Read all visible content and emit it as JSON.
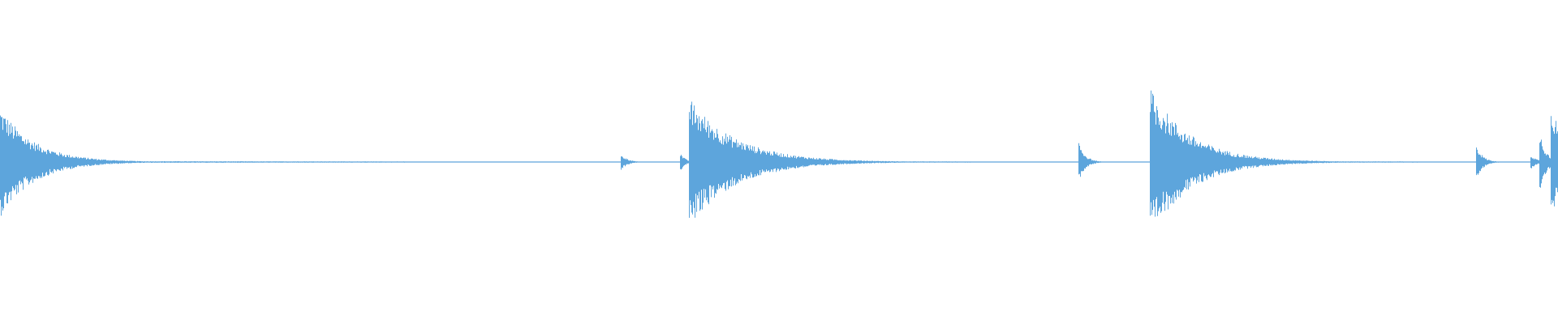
{
  "waveform": {
    "color": "#5DA5DC",
    "background": "#FFFFFF",
    "onsets": [
      {
        "time": 0.0,
        "amplitude": 0.34,
        "decay": 0.022,
        "tail": 0.5
      },
      {
        "time": 0.398,
        "amplitude": 0.06,
        "decay": 0.004,
        "tail": 0.02
      },
      {
        "time": 0.436,
        "amplitude": 0.07,
        "decay": 0.003,
        "tail": 0.01
      },
      {
        "time": 0.442,
        "amplitude": 0.4,
        "decay": 0.03,
        "tail": 0.33
      },
      {
        "time": 0.692,
        "amplitude": 0.14,
        "decay": 0.004,
        "tail": 0.03
      },
      {
        "time": 0.738,
        "amplitude": 0.46,
        "decay": 0.026,
        "tail": 0.32
      },
      {
        "time": 0.947,
        "amplitude": 0.12,
        "decay": 0.004,
        "tail": 0.03
      },
      {
        "time": 0.982,
        "amplitude": 0.05,
        "decay": 0.004,
        "tail": 0.01
      },
      {
        "time": 0.988,
        "amplitude": 0.2,
        "decay": 0.004,
        "tail": 0.01
      },
      {
        "time": 0.995,
        "amplitude": 0.41,
        "decay": 0.008,
        "tail": 0.01
      }
    ],
    "noise_floor": 0.006
  }
}
